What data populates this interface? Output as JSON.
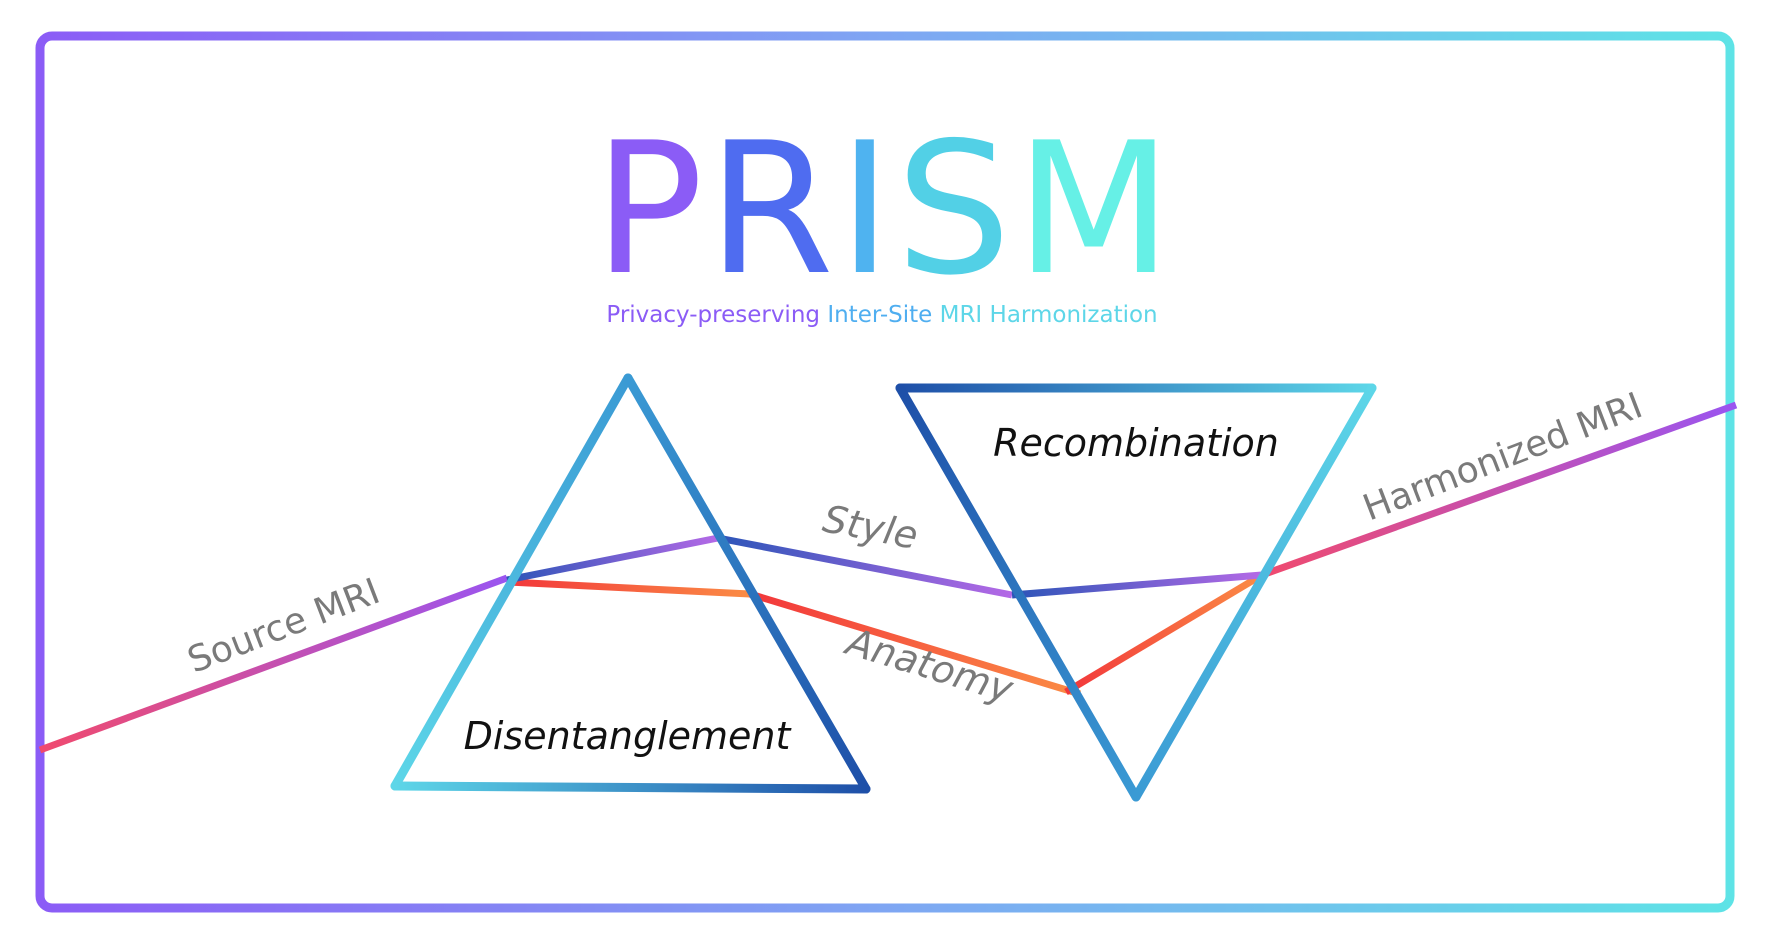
{
  "title": {
    "letters": [
      {
        "char": "P",
        "color": "#8b5cf6"
      },
      {
        "char": "R",
        "color": "#4f6cf0"
      },
      {
        "char": "I",
        "color": "#4fb3f0"
      },
      {
        "char": "S",
        "color": "#52d0e6"
      },
      {
        "char": "M",
        "color": "#66f0e6"
      }
    ]
  },
  "subtitle": {
    "parts": [
      {
        "text": "Privacy-preserving ",
        "color": "#8b5cf6"
      },
      {
        "text": "Inter-Site ",
        "color": "#4faef0"
      },
      {
        "text": "MRI Harmonization",
        "color": "#5dd6e8"
      }
    ]
  },
  "labels": {
    "source": "Source MRI",
    "harmonized": "Harmonized MRI",
    "style": "Style",
    "anatomy": "Anatomy",
    "disentanglement": "Disentanglement",
    "recombination": "Recombination"
  },
  "colors": {
    "frame_left": "#8b5cf6",
    "frame_right": "#5ee3e6",
    "prism_dark": "#1e4fa8",
    "prism_mid": "#3a9ad4",
    "prism_light": "#5dd6e8",
    "style_path": "#b469e6",
    "anatomy_path": "#f2373b",
    "anatomy_orange": "#fb8c45",
    "ray_pink": "#f04a6e",
    "ray_violet": "#9a55f0"
  }
}
